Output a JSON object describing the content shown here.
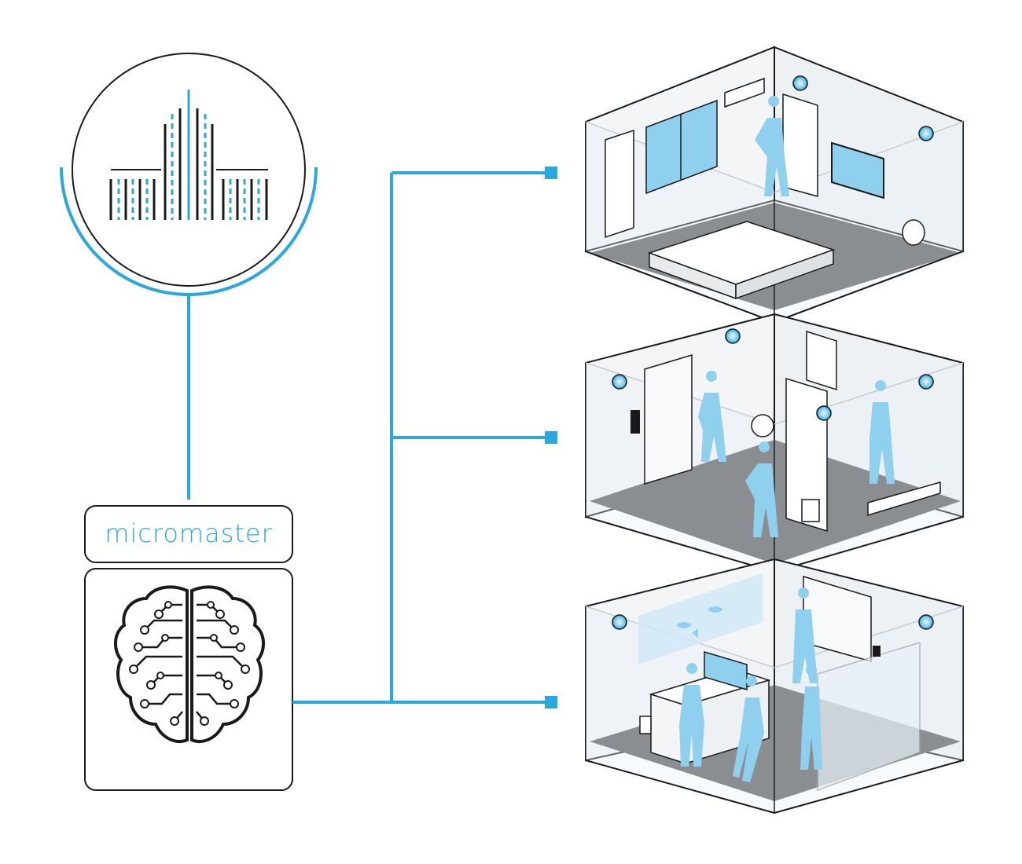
{
  "colors": {
    "accent": "#29a8e0",
    "accent_light": "#8fd0ef",
    "ink": "#1a1a1a",
    "floor": "#5a5a5a",
    "wall_fill": "#f2f4f6",
    "glass": "#e8f2f8"
  },
  "hub": {
    "logo_icon": "city-skyline-icon"
  },
  "controller": {
    "brand_label": "micromaster",
    "brain_icon": "circuit-brain-icon"
  },
  "rooms": [
    {
      "id": "bedroom",
      "icon": "hotel-bedroom-room"
    },
    {
      "id": "corridor",
      "icon": "hotel-corridor-room"
    },
    {
      "id": "lobby",
      "icon": "hotel-lobby-room"
    }
  ]
}
